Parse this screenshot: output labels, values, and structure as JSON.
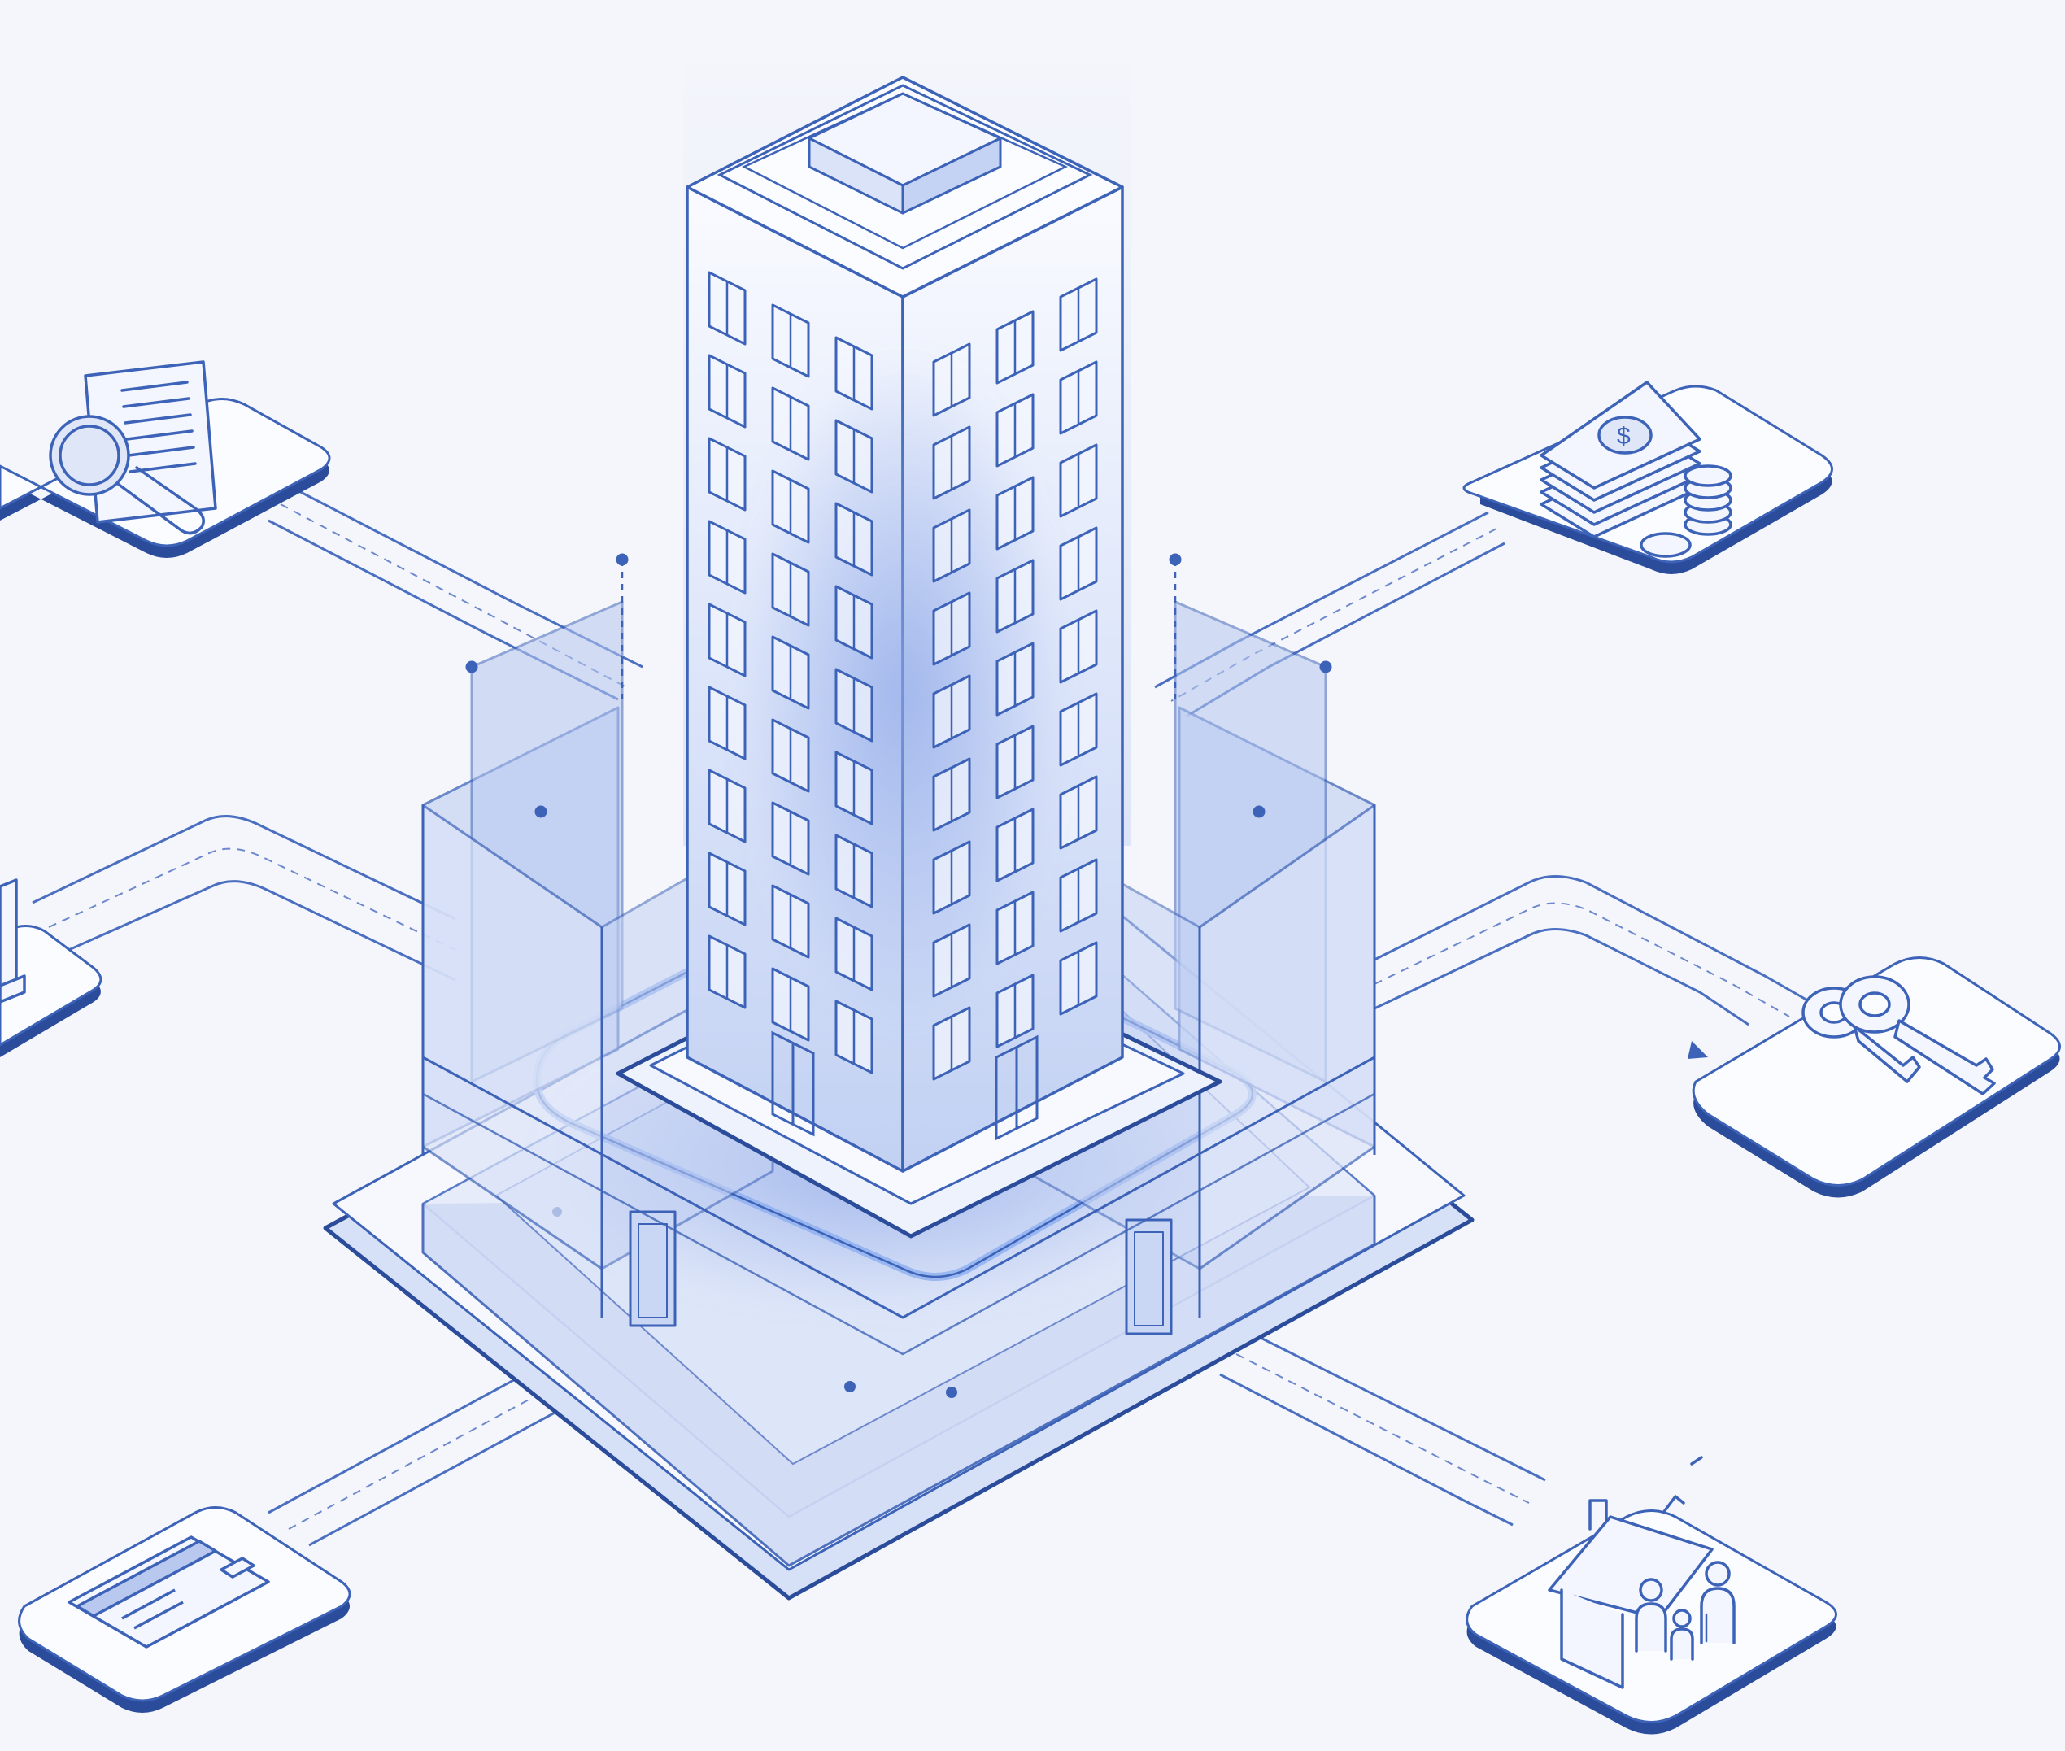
{
  "colors": {
    "background": "#f4f6fb",
    "line": "#3d63b8",
    "line_dark": "#2b4c9b",
    "line_light": "#7f9ad8",
    "fill_glass": "#dfe6f8",
    "fill_glass_deep": "#b9c8ef",
    "fill_white": "#fbfcff",
    "glow": "#9fb6ef"
  },
  "diagram": {
    "center_node": {
      "icon": "office-building-icon"
    },
    "nodes": [
      {
        "id": "document-search",
        "icon": "document-magnifier-icon"
      },
      {
        "id": "money",
        "icon": "cash-and-coins-icon"
      },
      {
        "id": "device",
        "icon": "laptop-icon"
      },
      {
        "id": "keys",
        "icon": "keys-icon"
      },
      {
        "id": "card",
        "icon": "credit-card-icon"
      },
      {
        "id": "family-home",
        "icon": "family-house-icon"
      }
    ]
  }
}
